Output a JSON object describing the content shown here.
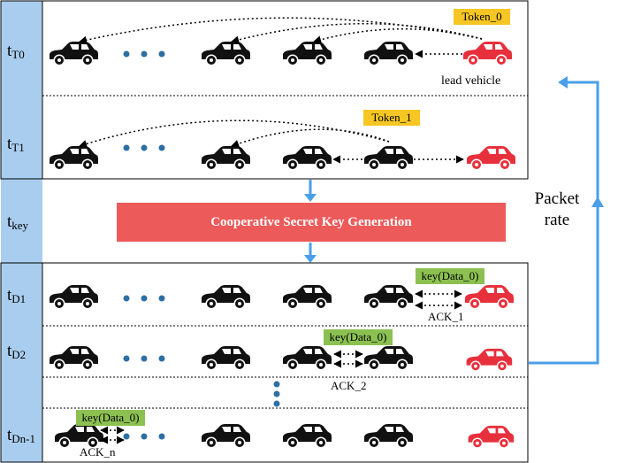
{
  "time_labels": {
    "t0": {
      "main": "t",
      "sub": "T0"
    },
    "t1": {
      "main": "t",
      "sub": "T1"
    },
    "tkey": {
      "main": "t",
      "sub": "key"
    },
    "td1": {
      "main": "t",
      "sub": "D1"
    },
    "td2": {
      "main": "t",
      "sub": "D2"
    },
    "tdn": {
      "main": "t",
      "sub": "Dn-1"
    }
  },
  "tokens": {
    "token0": "Token_0",
    "token1": "Token_1"
  },
  "lead_vehicle_label": "lead vehicle",
  "keygen_label": "Cooperative Secret Key Generation",
  "packet_rate_label": [
    "Packet",
    "rate"
  ],
  "data_labels": {
    "d1": "key(Data_0)",
    "d2": "key(Data_0)",
    "dn": "key(Data_0)"
  },
  "ack_labels": {
    "ack1": "ACK_1",
    "ack2": "ACK_2",
    "ackn": "ACK_n"
  },
  "colors": {
    "sidebar": "#a9cdee",
    "token": "#f6c624",
    "data_key": "#8cc152",
    "banner": "#ec5a5a",
    "arrow": "#4a9fe8",
    "dot": "#2e6fa3",
    "lead_car": "#e8303c",
    "car": "#111111"
  },
  "icons": {
    "car": "car-icon",
    "lead_car": "lead-car-icon",
    "ellipsis": "ellipsis-dots-icon"
  }
}
